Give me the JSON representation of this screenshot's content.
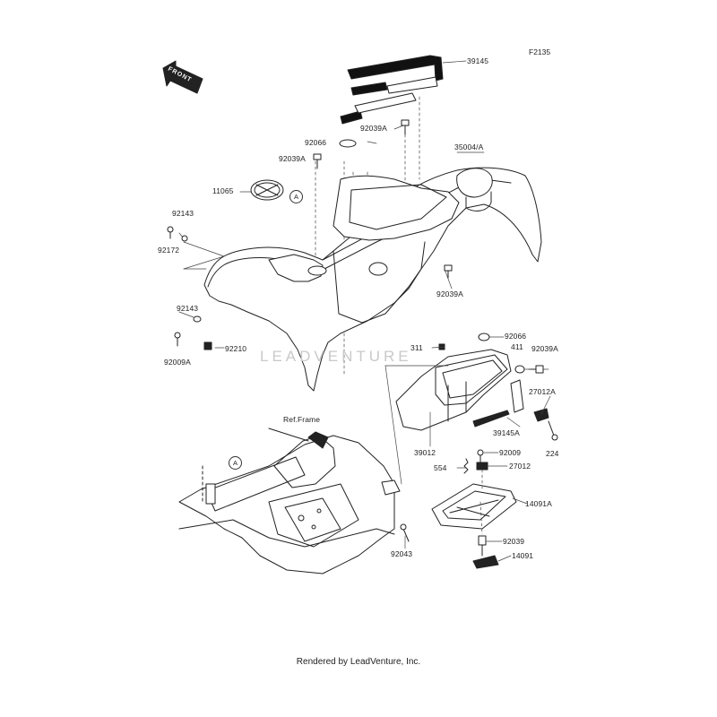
{
  "diagram_code": "F2135",
  "front_indicator": "FRONT",
  "reference_labels": {
    "ref_frame": "Ref.Frame",
    "callout_a": "A"
  },
  "watermark": "LEADVENTURE",
  "footer": "Rendered by LeadVenture, Inc.",
  "parts": {
    "p39145": "39145",
    "p92039A_top": "92039A",
    "p92066_top": "92066",
    "p35004A": "35004/A",
    "p92039A_left": "92039A",
    "p11065": "11065",
    "p92143_top": "92143",
    "p92172": "92172",
    "p92039A_mid": "92039A",
    "p92143_low": "92143",
    "p92009A": "92009A",
    "p92210": "92210",
    "p92066_right": "92066",
    "p311": "311",
    "p411": "411",
    "p92039A_right": "92039A",
    "p27012A": "27012A",
    "p39145A": "39145A",
    "p224": "224",
    "p39012": "39012",
    "p92009": "92009",
    "p554": "554",
    "p27012": "27012",
    "p14091A": "14091A",
    "p92039": "92039",
    "p92043": "92043",
    "p14091": "14091"
  }
}
